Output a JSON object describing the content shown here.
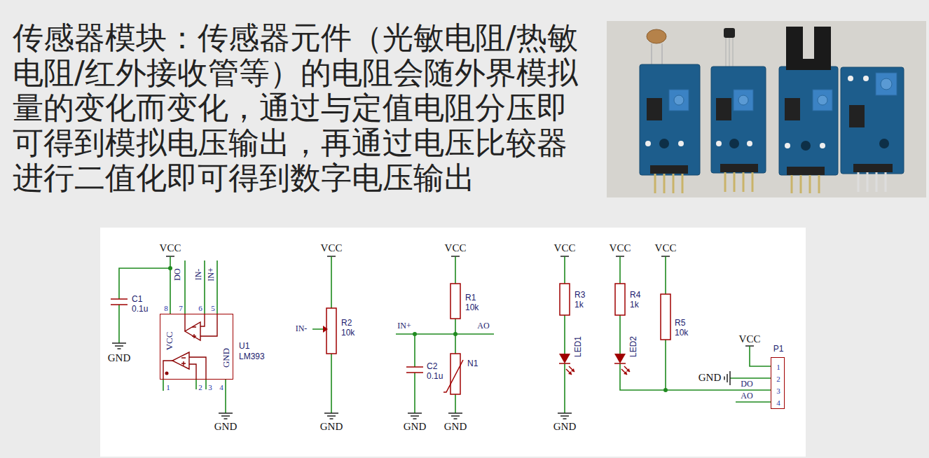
{
  "diagram": {
    "nodes": [
      {
        "text": [
          "U1 LM393",
          "VCC",
          "GND"
        ]
      },
      {
        "text": [
          "P1",
          "1",
          "2",
          "3",
          "4"
        ]
      }
    ],
    "labels": [
      "传感器模块：传感器元件（光敏电阻/热敏电阻/红外接收管等）的电阻会随外界模拟量的变化而变化，通过与定值电阻分压即可得到模拟电压输出，再通过电压比较器进行二值化即可得到数字电压输出",
      "VCC",
      "C1",
      "0.1u",
      "GND",
      "DO",
      "IN-",
      "IN+",
      "8",
      "7",
      "6",
      "5",
      "1",
      "2",
      "3",
      "4",
      "GND",
      "VCC",
      "IN-",
      "R2",
      "10k",
      "GND",
      "VCC",
      "R1",
      "10k",
      "IN+",
      "AO",
      "C2",
      "0.1u",
      "N1",
      "GND",
      "GND",
      "VCC",
      "R3",
      "1k",
      "LED1",
      "GND",
      "VCC",
      "R4",
      "1k",
      "LED2",
      "VCC",
      "R5",
      "10k",
      "VCC",
      "GND",
      "DO",
      "AO"
    ]
  }
}
